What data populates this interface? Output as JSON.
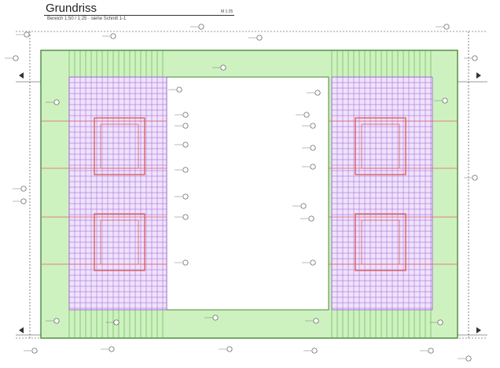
{
  "drawing": {
    "title": "Grundriss",
    "subtitle": "Bereich 1:50 / 1:25 · siehe Schnitt 1-1",
    "sheet_no": "M 1:25",
    "colors": {
      "slab_fill": "#cdf2bf",
      "slab_stroke": "#4a8a3a",
      "mesh_stroke": "#9a5bd4",
      "mesh_fill": "#efe3fb",
      "rebar_red": "#e06060",
      "green_bars": "#5caa4a",
      "dim_line": "#333333",
      "opening_fill": "#ffffff"
    },
    "icons": {
      "position_marker": "rebar-position-marker-icon",
      "section_marker": "section-arrow-icon"
    }
  }
}
